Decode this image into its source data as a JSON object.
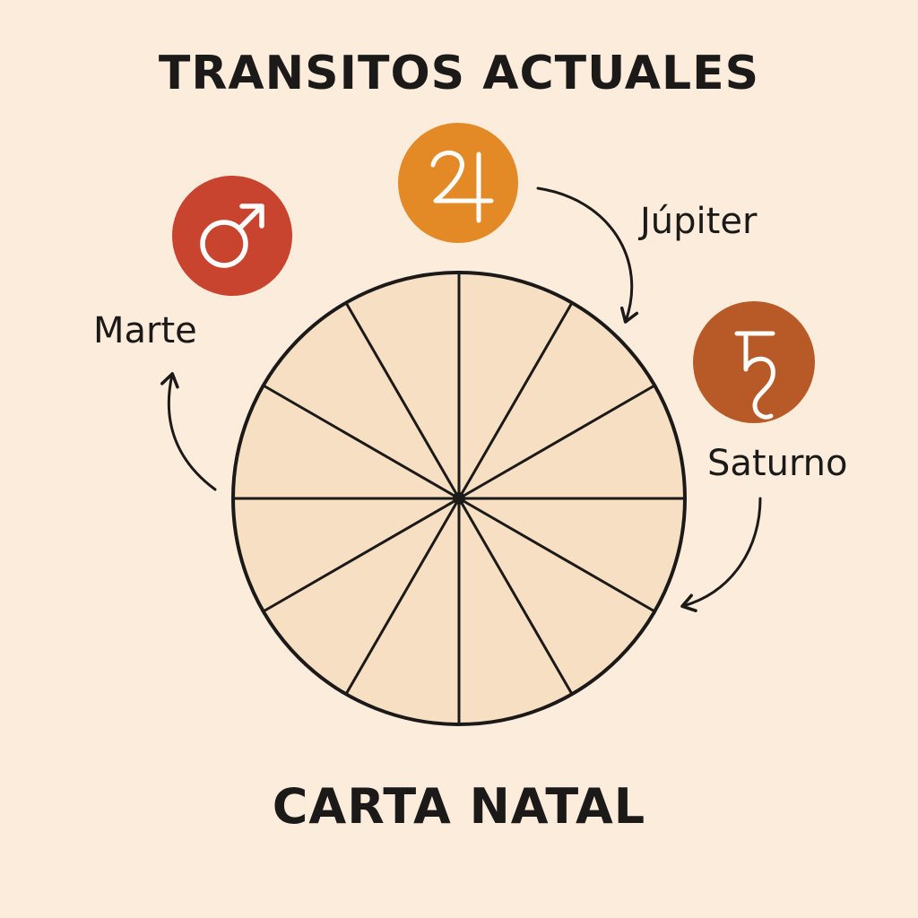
{
  "titles": {
    "top": "TRANSITOS ACTUALES",
    "bottom": "CARTA NATAL"
  },
  "planets": {
    "mars": {
      "label": "Marte",
      "symbol": "♂",
      "color": "#c9442f"
    },
    "jupiter": {
      "label": "Júpiter",
      "symbol": "♃",
      "color": "#e38a27"
    },
    "saturn": {
      "label": "Saturno",
      "symbol": "♄",
      "color": "#b75a28"
    }
  },
  "colors": {
    "background": "#fcecdc",
    "wheel_fill": "#f6dfc2",
    "line": "#1c1a18"
  },
  "wheel": {
    "house_count": 12
  }
}
